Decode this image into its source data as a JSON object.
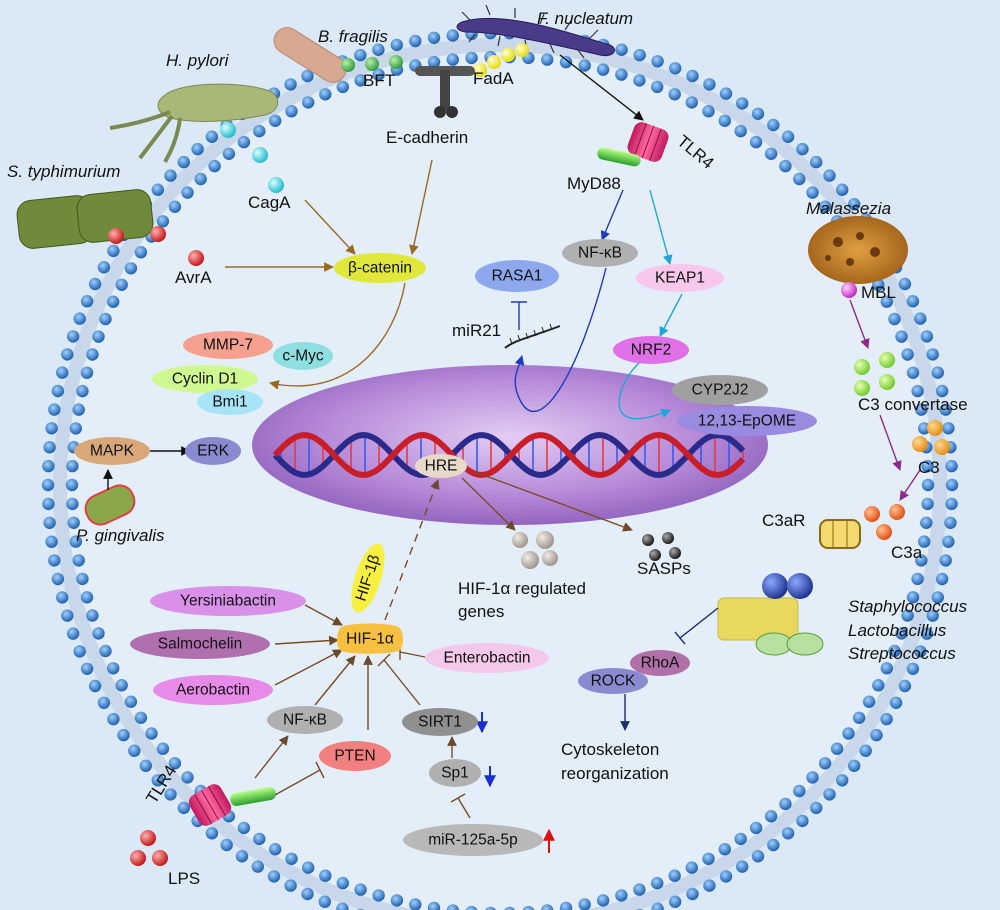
{
  "microbes": {
    "b_fragilis": "B. fragilis",
    "f_nucleatum": "F. nucleatum",
    "h_pylori": "H. pylori",
    "s_typhimurium": "S. typhimurium",
    "malassezia": "Malassezia",
    "p_gingivalis": "P. gingivalis",
    "staphylococcus": "Staphylococcus",
    "lactobacillus": "Lactobacillus",
    "streptococcus": "Streptococcus"
  },
  "factors": {
    "bft": "BFT",
    "fada": "FadA",
    "e_cadherin": "E-cadherin",
    "cagA": "CagA",
    "avrA": "AvrA",
    "mbl": "MBL",
    "lps": "LPS"
  },
  "receptors": {
    "tlr4_top": "TLR4",
    "tlr4_bottom": "TLR4",
    "myd88": "MyD88",
    "c3ar": "C3aR"
  },
  "nodes": {
    "beta_catenin": "β-catenin",
    "nfkb_top": "NF-κB",
    "rasa1": "RASA1",
    "keap1": "KEAP1",
    "mir21": "miR21",
    "nrf2": "NRF2",
    "cyp2j2": "CYP2J2",
    "epome": "12,13-EpOME",
    "mmp7": "MMP-7",
    "cmyc": "c-Myc",
    "cyclin_d1": "Cyclin D1",
    "bmi1": "Bmi1",
    "mapk": "MAPK",
    "erk": "ERK",
    "hre": "HRE",
    "hif1b": "HIF-1β",
    "hif1a": "HIF-1α",
    "yersiniabactin": "Yersiniabactin",
    "salmochelin": "Salmochelin",
    "aerobactin": "Aerobactin",
    "enterobactin": "Enterobactin",
    "nfkb_bottom": "NF-κB",
    "sirt1": "SIRT1",
    "pten": "PTEN",
    "sp1": "Sp1",
    "mir125": "miR-125a-5p",
    "rhoa": "RhoA",
    "rock": "ROCK",
    "c3_convertase": "C3 convertase",
    "c3": "C3",
    "c3a": "C3a",
    "sasps": "SASPs",
    "hif_genes_1": "HIF-1α regulated",
    "hif_genes_2": "genes",
    "cyto_1": "Cytoskeleton",
    "cyto_2": "reorganization"
  },
  "colors": {
    "background": "#dbe9f6",
    "membrane_bead": "#2f78c4",
    "nucleus": "#b08ad6",
    "wnt_arrow": "#9a6a22",
    "tlr_arrow_blue": "#1f3bbf",
    "tlr_arrow_cyan": "#1ea6d8",
    "complement_arrow": "#8a2a8a",
    "hif_arrow": "#7a4a24",
    "up_arrow": "#e01010",
    "down_arrow": "#1a2fd0"
  }
}
